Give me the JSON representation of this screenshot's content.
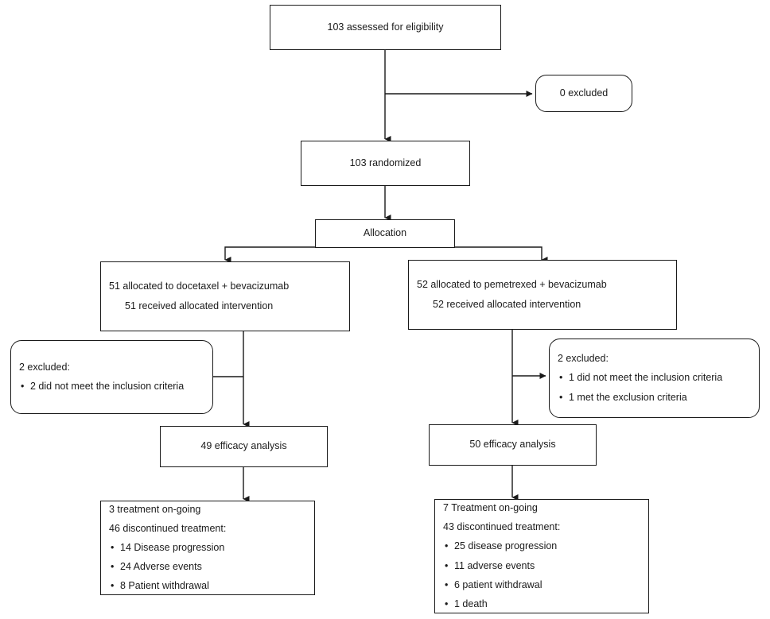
{
  "diagram": {
    "type": "consort-flow-diagram",
    "stroke_color": "#1a1a1a",
    "background_color": "#ffffff",
    "text_color": "#1a1a1a"
  },
  "nodes": {
    "enrollment": {
      "lines": [
        "103 assessed for eligibility"
      ]
    },
    "excluded_top": {
      "lines": [
        "0 excluded"
      ]
    },
    "randomized": {
      "lines": [
        "103 randomized"
      ]
    },
    "allocation": {
      "lines": [
        "Allocation"
      ]
    },
    "alloc_left": {
      "line1": "51 allocated to docetaxel + bevacizumab",
      "line2": "51 received allocated intervention"
    },
    "alloc_right": {
      "line1": "52 allocated to pemetrexed + bevacizumab",
      "line2": "52 received allocated intervention"
    },
    "excluded_left": {
      "header": "2 excluded:",
      "bullets": [
        "2 did not meet the inclusion criteria"
      ],
      "bullet_glyph": "•"
    },
    "excluded_right": {
      "header": "2 excluded:",
      "bullets": [
        "1 did not meet the inclusion criteria",
        "1 met the exclusion criteria"
      ],
      "bullet_glyph": "•"
    },
    "efficacy_left": {
      "lines": [
        "49 efficacy analysis"
      ]
    },
    "efficacy_right": {
      "lines": [
        "50 efficacy analysis"
      ]
    },
    "followup_left": {
      "header1": "3 treatment on-going",
      "header2": "46 discontinued treatment:",
      "bullets": [
        "14 Disease progression",
        "24 Adverse events",
        "8 Patient withdrawal"
      ],
      "bullet_glyph": "•"
    },
    "followup_right": {
      "header1": "7 Treatment on-going",
      "header2": "43 discontinued treatment:",
      "bullets": [
        "25 disease progression",
        "11 adverse events",
        "6 patient withdrawal",
        "1 death"
      ],
      "bullet_glyph": "•"
    }
  }
}
